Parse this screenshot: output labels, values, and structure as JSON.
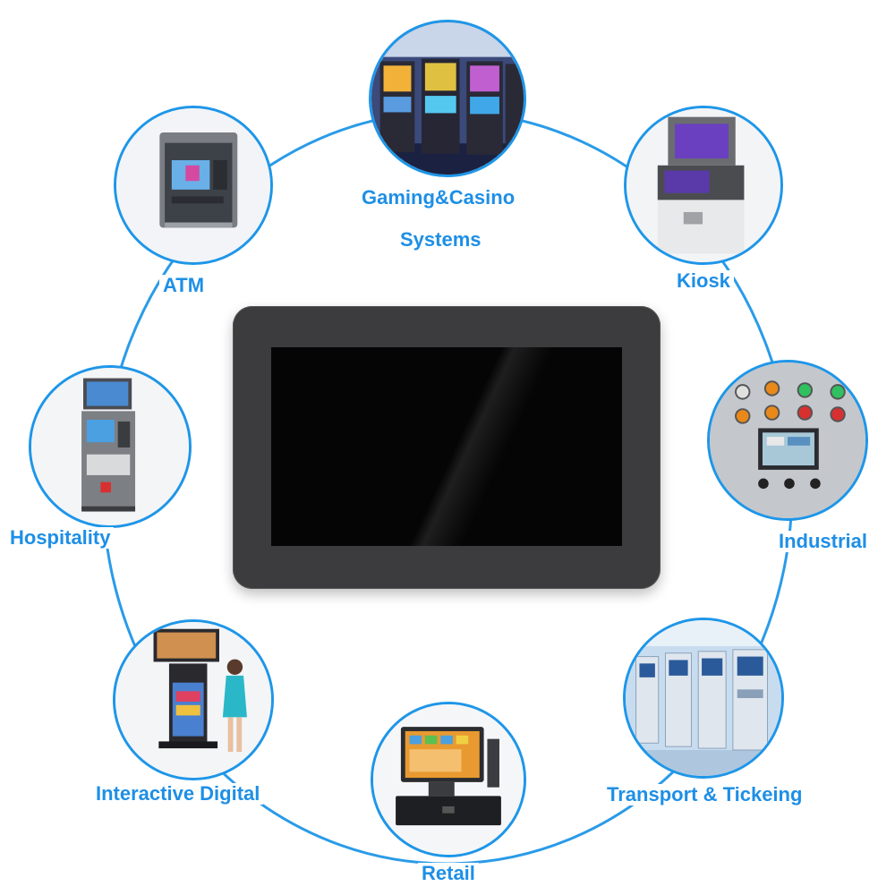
{
  "labels": {
    "gaming_line1": "Gaming&Casino",
    "gaming_line2": "Systems",
    "atm": "ATM",
    "kiosk": "Kiosk",
    "hospitality": "Hospitality",
    "industrial": "Industrial",
    "interactive": "Interactive Digital",
    "transport": "Transport & Tickeing",
    "retail": "Retail"
  },
  "colors": {
    "accent": "#1e96e8",
    "label": "#1e8fe6",
    "bezel": "#3c3c3e",
    "screen": "#050505"
  },
  "icons": {
    "center": "monitor-icon",
    "gaming": "slot-machine-icon",
    "atm": "atm-icon",
    "kiosk": "kiosk-icon",
    "hospitality": "self-service-terminal-icon",
    "industrial": "control-panel-icon",
    "interactive": "digital-signage-icon",
    "transport": "ticket-machine-icon",
    "retail": "pos-terminal-icon"
  }
}
